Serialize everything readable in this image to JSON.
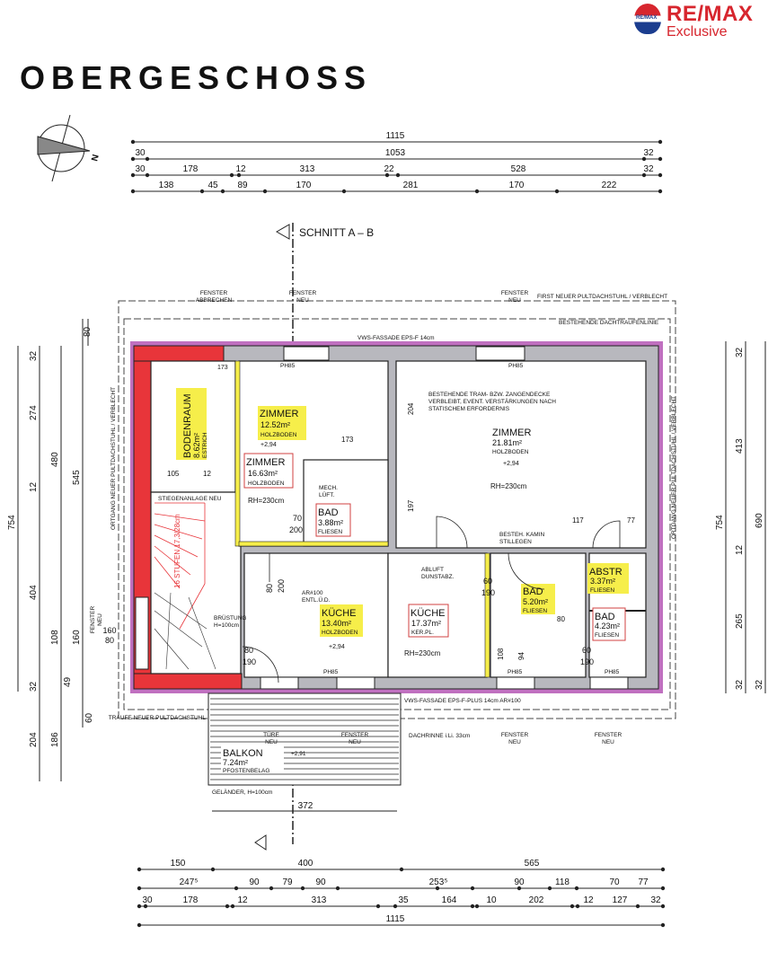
{
  "title": "OBERGESCHOSS",
  "logo": {
    "brand": "RE/MAX",
    "sub": "Exclusive",
    "balloon_text": "RE/MAX"
  },
  "north_label": "N",
  "section_label": "SCHNITT A – B",
  "colors": {
    "facade": "#c070c0",
    "new_wall": "#e8353a",
    "existing_wall": "#b8b8be",
    "highlight": "#f6ee4a",
    "red_box": "#d04040"
  },
  "dims_top": [
    [
      "1115"
    ],
    [
      "30",
      "1053",
      "32"
    ],
    [
      "30",
      "178",
      "12",
      "313",
      "22",
      "528",
      "32"
    ],
    [
      "138",
      "45",
      "89",
      "170",
      "281",
      "170",
      "222"
    ]
  ],
  "dims_bottom": [
    [
      "150",
      "400",
      "565"
    ],
    [
      "247⁵",
      "90",
      "79",
      "90",
      "253⁵",
      "90",
      "118",
      "70",
      "77"
    ],
    [
      "30",
      "178",
      "12",
      "313",
      "35",
      "164",
      "10",
      "202",
      "12",
      "127",
      "32"
    ],
    [
      "1115"
    ]
  ],
  "dims_left": {
    "a": [
      "754"
    ],
    "b": [
      "32",
      "274",
      "12",
      "404",
      "32",
      "204"
    ],
    "c": [
      "480",
      "108",
      "49",
      "186"
    ],
    "d": [
      "545",
      "160",
      "60"
    ],
    "e": [
      "80"
    ]
  },
  "dims_right": {
    "a": [
      "754"
    ],
    "b": [
      "32",
      "413",
      "12",
      "265",
      "32"
    ],
    "c": [
      "690",
      "32"
    ]
  },
  "rooms": [
    {
      "name": "BODENRAUM",
      "area": "8.62m²",
      "floor": "ESTRICH"
    },
    {
      "name": "ZIMMER",
      "area": "12.52m²",
      "floor": "HOLZBODEN"
    },
    {
      "name": "ZIMMER",
      "area": "16.63m²",
      "floor": "HOLZBODEN"
    },
    {
      "name": "BAD",
      "area": "3.88m²",
      "floor": "FLIESEN"
    },
    {
      "name": "ZIMMER",
      "area": "21.81m²",
      "floor": "HOLZBODEN"
    },
    {
      "name": "KÜCHE",
      "area": "13.40m²",
      "floor": "HOLZBODEN"
    },
    {
      "name": "KÜCHE",
      "area": "17.37m²",
      "floor": "KER.PL."
    },
    {
      "name": "BAD",
      "area": "5.20m²",
      "floor": "FLIESEN"
    },
    {
      "name": "ABSTR",
      "area": "3.37m²",
      "floor": "FLIESEN"
    },
    {
      "name": "BAD",
      "area": "4.23m²",
      "floor": "FLIESEN"
    },
    {
      "name": "BALKON",
      "area": "7.24m²",
      "floor": "PFOSTENBELAG"
    }
  ],
  "notes": {
    "rh": "RH=230cm",
    "level": "+2,94",
    "level_balkon": "+2,91",
    "ceiling": [
      "BESTEHENDE TRAM- BZW. ZANGENDECKE",
      "VERBLEIBT, EVENT. VERSTÄRKUNGEN NACH",
      "STATISCHEM ERFORDERNIS"
    ],
    "kamin": [
      "BESTEH. KAMIN",
      "STILLEGEN"
    ],
    "abluft": [
      "ABLUFT",
      "DUNSTABZ."
    ],
    "mech": [
      "MECH.",
      "LÜFT."
    ],
    "stair": "STIEGENANLAGE NEU",
    "stufen": "16 STUFEN 17,3/28cm",
    "bruestung": [
      "BRÜSTUNG",
      "H=100cm"
    ],
    "gelaender": "GELÄNDER, H=100cm",
    "first": "FIRST NEUER PULTDACHSTUHL / VERBLECHT",
    "traufe_top": "BESTEHENDE DACHTRAUFENLINIE",
    "traufe_bottom": "TRAUFE NEUER PULTDACHSTUHL",
    "vws_top": "VWS-FASSADE EPS-F 14cm",
    "vws_bottom": "VWS-FASSADE EPS-F-PLUS 14cm  AR#100",
    "dachrinne": "DACHRINNE i.Li. 33cm",
    "ar": [
      "AR#100",
      "ENTL.Ü.D."
    ],
    "ph": "PH85",
    "fenster_abbrechen": [
      "FENSTER",
      "ABBRECHEN"
    ],
    "fenster_neu": [
      "FENSTER",
      "NEU"
    ],
    "tuer_neu": [
      "TÜRE",
      "NEU"
    ],
    "fenster_neu_left": [
      "FENSTER",
      "NEU"
    ],
    "ortgang": "ORTGANG NEUER PULTDACHSTUHL / VERBLECHT",
    "fenster_left_dims": [
      "160",
      "80"
    ],
    "door_70_200": [
      "70",
      "200"
    ],
    "door_80_200": [
      "80",
      "200"
    ],
    "door_80_190": [
      "80",
      "190"
    ],
    "door_60_190": [
      "60",
      "190"
    ],
    "balkon_width": "372",
    "d173": "173",
    "d105": "105",
    "d12": "12",
    "d117": "117",
    "d77": "77",
    "d204": "204",
    "d197": "197",
    "d108": "108",
    "d94": "94",
    "d80": "80"
  }
}
